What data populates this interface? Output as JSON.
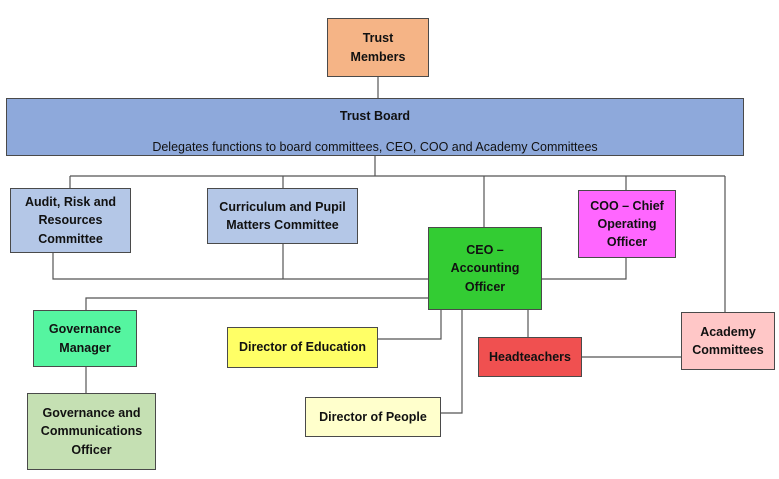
{
  "trust_members": {
    "label": "Trust\nMembers",
    "color": "#F5B486"
  },
  "trust_board": {
    "title": "Trust Board",
    "subtitle": "Delegates functions to board committees, CEO, COO and Academy Committees",
    "color": "#8EA9DB"
  },
  "audit_committee": {
    "label": "Audit, Risk and\nResources\nCommittee",
    "color": "#B4C7E7"
  },
  "curriculum_committee": {
    "label": "Curriculum and Pupil\nMatters Committee",
    "color": "#B4C7E7"
  },
  "ceo": {
    "label": "CEO –\nAccounting\nOfficer",
    "color": "#33CC33"
  },
  "coo": {
    "label": "COO – Chief\nOperating\nOfficer",
    "color": "#FF66FF"
  },
  "governance_manager": {
    "label": "Governance\nManager",
    "color": "#55F5A0"
  },
  "director_education": {
    "label": "Director of Education",
    "color": "#FFFF66"
  },
  "headteachers": {
    "label": "Headteachers",
    "color": "#F05050"
  },
  "academy_committees": {
    "label": "Academy\nCommittees",
    "color": "#FFC7C7"
  },
  "director_people": {
    "label": "Director of People",
    "color": "#FFFFCC"
  },
  "governance_officer": {
    "label": "Governance and\nCommunications\nOfficer",
    "color": "#C5E0B3"
  }
}
